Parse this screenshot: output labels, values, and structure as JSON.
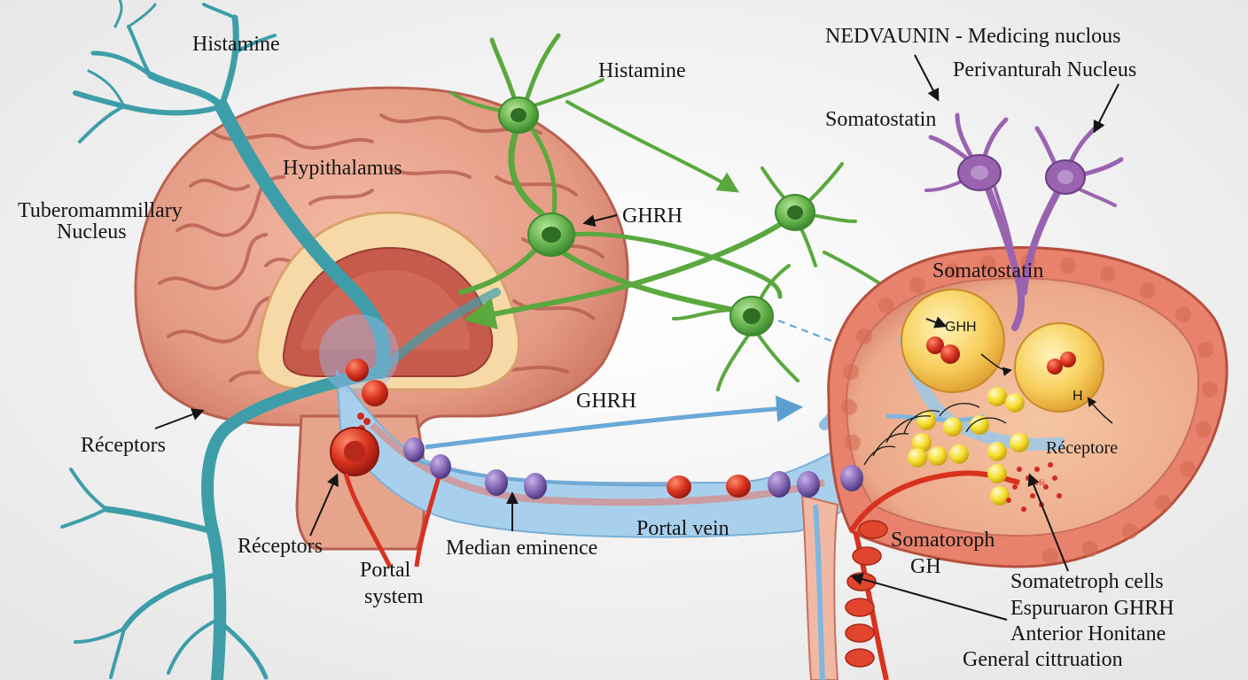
{
  "labels": {
    "histamine_left": "Histamine",
    "histamine_center": "Histamine",
    "hypothalamus": "Hypithalamus",
    "tuberomammillary_line1": "Tuberomammillary",
    "tuberomammillary_line2": "Nucleus",
    "ghrh_upper": "GHRH",
    "ghrh_lower": "GHRH",
    "receptors_left": "Réceptors",
    "receptors_bottom": "Réceptors",
    "portal_system_line1": "Portal",
    "portal_system_line2": "system",
    "median_eminence": "Median eminence",
    "portal_vein": "Portal vein",
    "nedvaunin": "NEDVAUNIN - Medicing nuclous",
    "perivanturah": "Perivanturah Nucleus",
    "somatostatin_top": "Somatostatin",
    "somatostatin_pituitary": "Somatostatin",
    "ghh": "GHH",
    "h": "H",
    "receptore": "Réceptore",
    "somatoroph_line1": "Somatoroph",
    "somatoroph_line2": "GH",
    "somatetroph_cells": "Somatetroph cells",
    "espruaron": "Espuruaron GHRH",
    "anterior": "Anterior Honitane",
    "general": "General cittruation",
    "granule_text": "éfé"
  },
  "colors": {
    "background": "#f2f2f2",
    "brain": "#e7a08a",
    "brain_fold": "#b85e52",
    "histamine_neuron": "#4aa8b0",
    "ghrh_neuron": "#6cb84f",
    "somatostatin_neuron": "#9a63b0",
    "portal_vessel": "#9ac8e8",
    "red_cell": "#d12a1f",
    "purple_cell": "#7b5aa8",
    "somatotroph": "#f2c04a",
    "granule": "#f4dc2a"
  }
}
